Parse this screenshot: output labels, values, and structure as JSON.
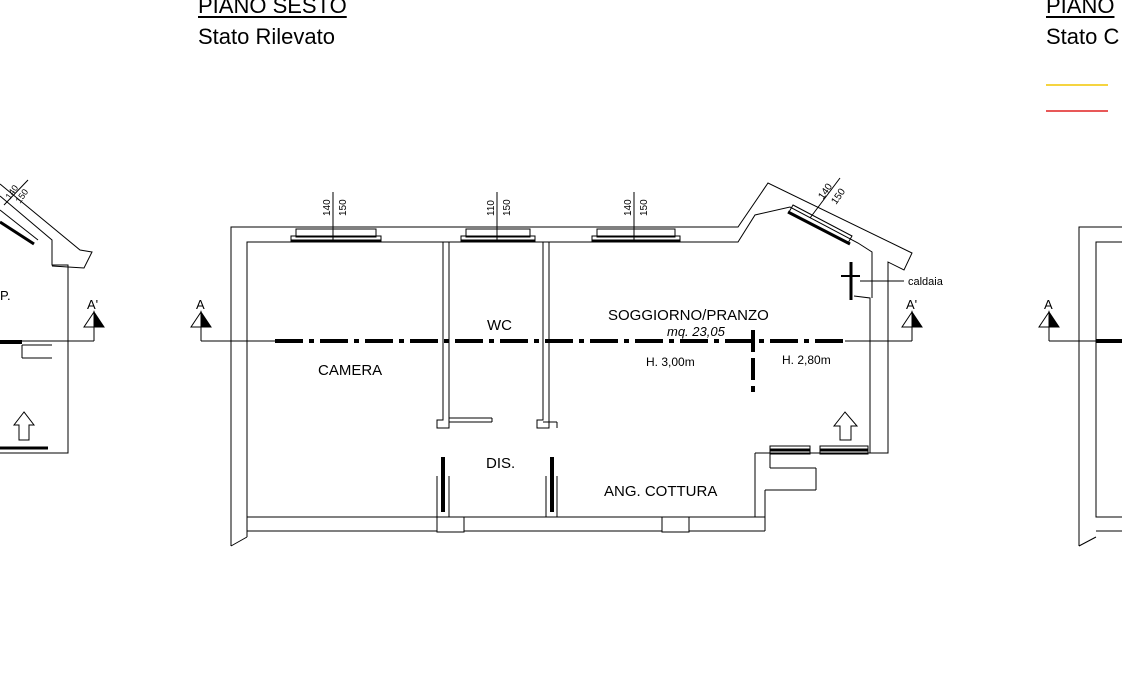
{
  "titles": {
    "left": {
      "floor": "PIANO SESTO",
      "state": "Stato Rilevato"
    },
    "right": {
      "floor": "PIANO",
      "state": "Stato C"
    }
  },
  "legend_colors": [
    "#f2c500",
    "#e02020"
  ],
  "section_markers": {
    "a": "A",
    "a_prime": "A'"
  },
  "rooms": {
    "camera": "CAMERA",
    "wc": "WC",
    "soggiorno": "SOGGIORNO/PRANZO",
    "area": "mq. 23,05",
    "height_1": "H. 3,00m",
    "height_2": "H. 2,80m",
    "dis": "DIS.",
    "cottura": "ANG. COTTURA",
    "caldaia": "caldaia"
  },
  "windows": {
    "w1": [
      "140",
      "150"
    ],
    "w2": [
      "110",
      "150"
    ],
    "w3": [
      "140",
      "150"
    ],
    "w4": [
      "140",
      "150"
    ],
    "left_partial": [
      "140",
      "150"
    ]
  },
  "left_partial_label": "P."
}
